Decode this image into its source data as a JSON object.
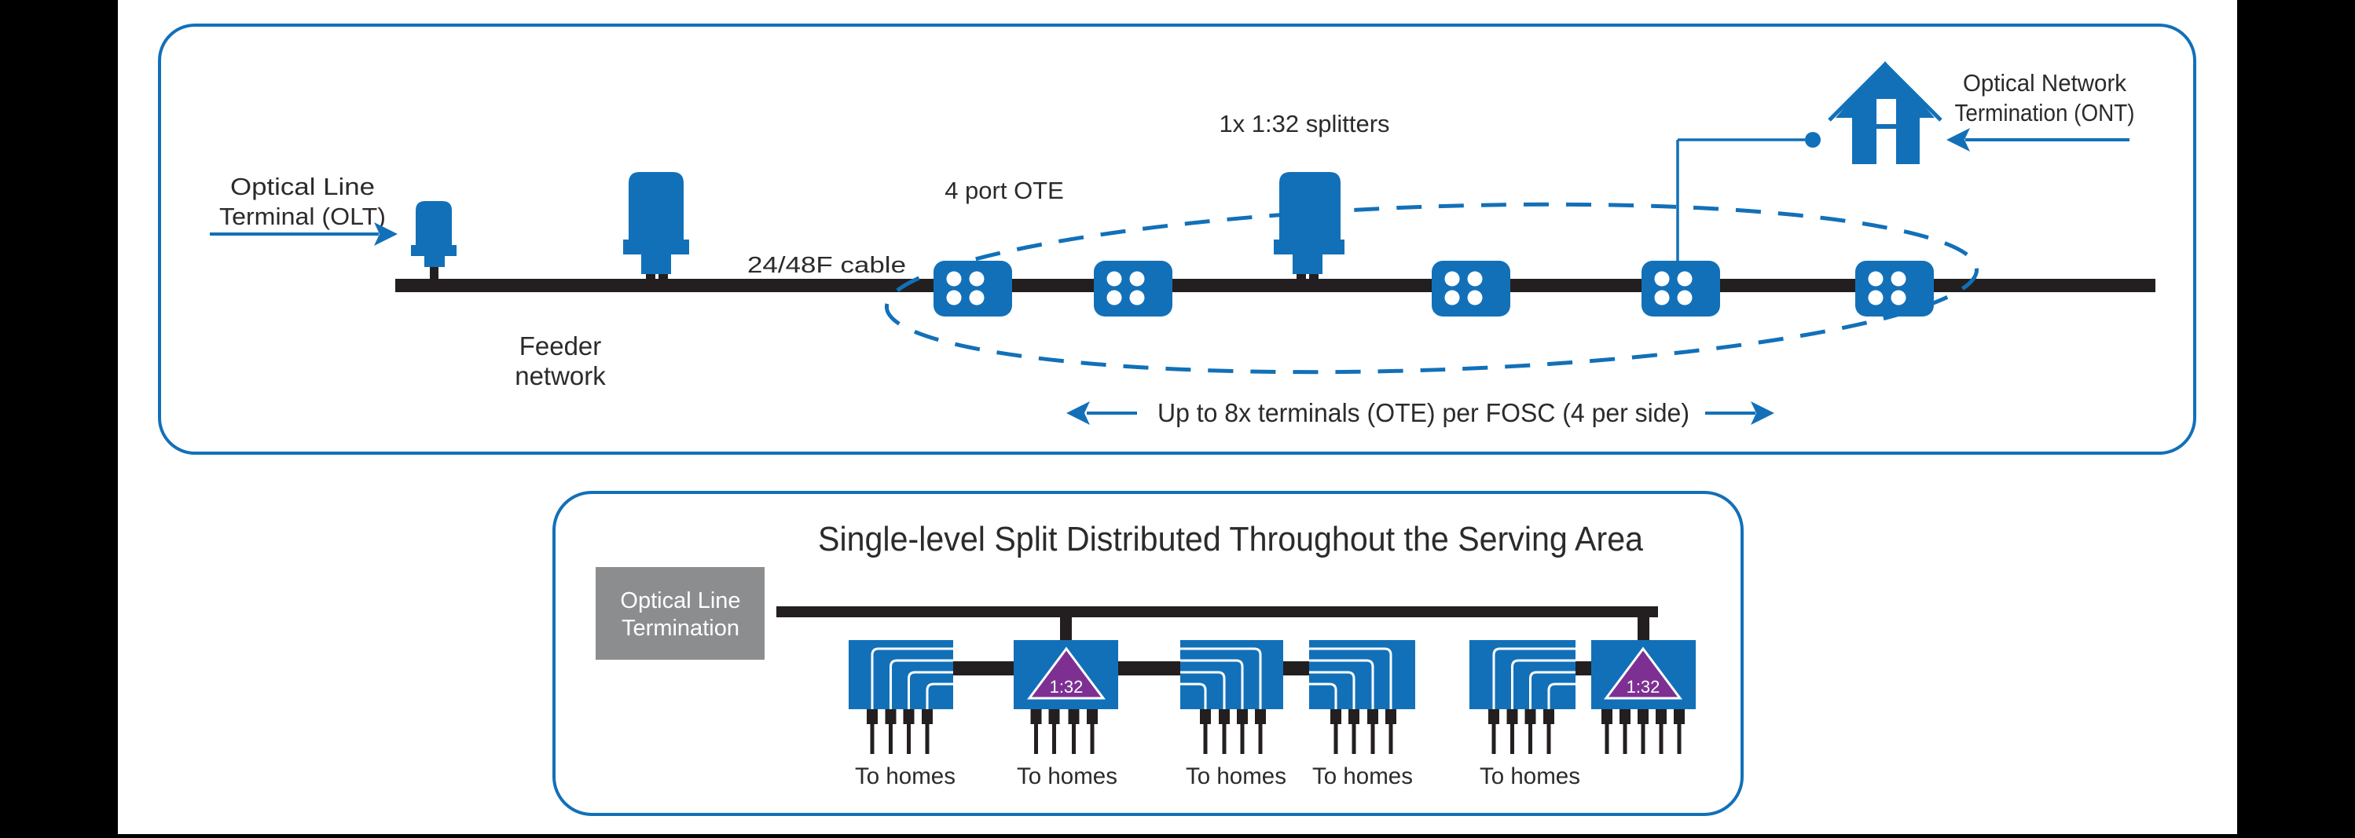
{
  "colors": {
    "brand_blue": "#1270B8",
    "splitter_purple": "#7D3092",
    "olt_gray": "#8B8D8E",
    "cable_ink": "#231F20",
    "label_ink": "#2D2A2B",
    "pillarbox_black": "#000000",
    "canvas_white": "#FFFFFF"
  },
  "top_panel": {
    "olt_label": {
      "line1": "Optical Line",
      "line2": "Terminal (OLT)"
    },
    "cable_label": "24/48F cable",
    "feeder_label": {
      "line1": "Feeder",
      "line2": "network"
    },
    "ote_label": "4 port OTE",
    "splitters_label": "1x 1:32 splitters",
    "ont_label": {
      "line1": "Optical Network",
      "line2": "Termination (ONT)"
    },
    "fosc_note": "Up to 8x terminals (OTE) per FOSC (4 per side)"
  },
  "bottom_panel": {
    "title": "Single-level Split Distributed Throughout the Serving Area",
    "olt_box": {
      "line1": "Optical Line",
      "line2": "Termination"
    },
    "splitter_ratio": "1:32",
    "to_homes": "To homes"
  }
}
